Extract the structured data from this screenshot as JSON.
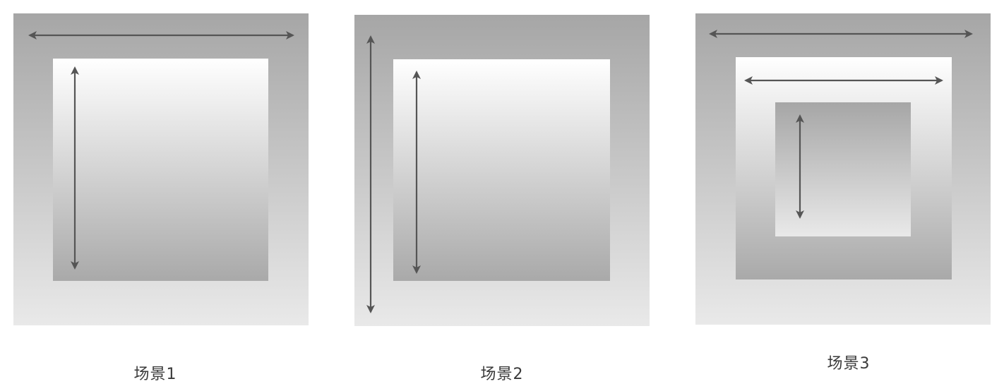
{
  "scenes": [
    {
      "label": "场景1"
    },
    {
      "label": "场景2"
    },
    {
      "label": "场景3"
    }
  ],
  "colors": {
    "outer_top": "#a6a6a6",
    "outer_bottom": "#e9e9e9",
    "inner_top": "#ffffff",
    "inner_bottom": "#a9a9a9",
    "arrow": "#555555",
    "caption": "#3a3a3a"
  }
}
